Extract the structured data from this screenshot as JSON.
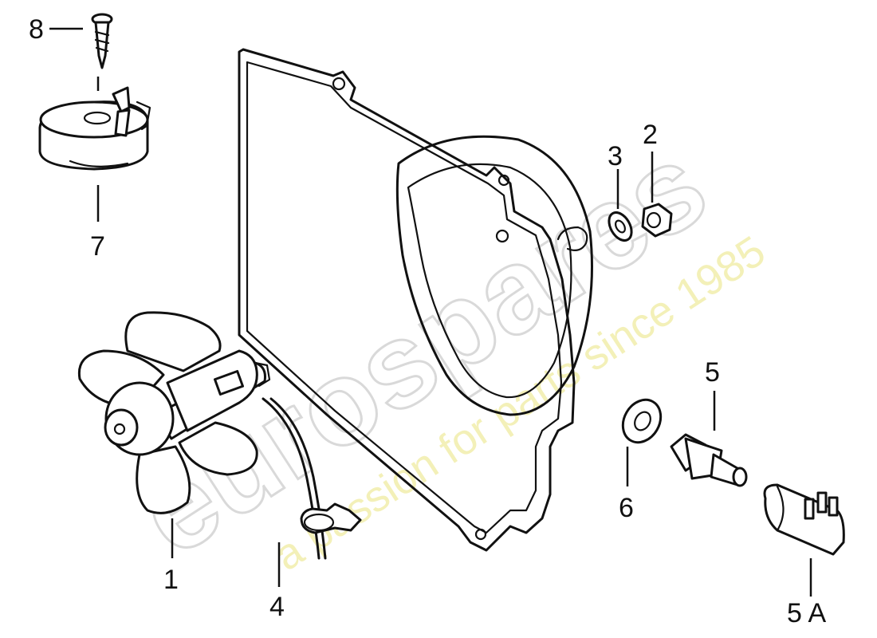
{
  "watermark": {
    "brand": "eurospares",
    "tagline": "a passion for parts since 1985"
  },
  "callouts": {
    "c1": "1",
    "c2": "2",
    "c3": "3",
    "c4": "4",
    "c5": "5",
    "c5a": "5 A",
    "c6": "6",
    "c7": "7",
    "c8": "8"
  }
}
